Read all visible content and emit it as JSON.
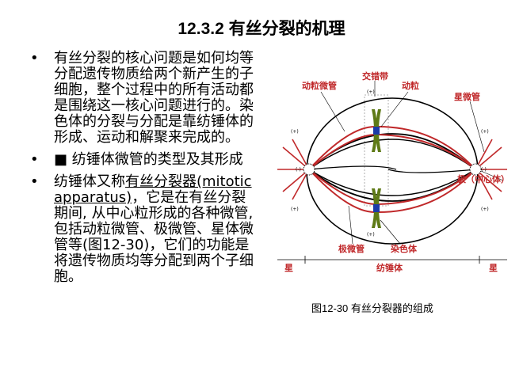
{
  "title": "12.3.2 有丝分裂的机理",
  "bullets": [
    {
      "marker": "•",
      "text": "有丝分裂的核心问题是如何均等分配遗传物质给两个新产生的子细胞，整个过程中的所有活动都是围绕这一核心问题进行的。染色体的分裂与分配是靠纺锤体的形成、运动和解聚来完成的。"
    },
    {
      "marker": "•",
      "text": "■ 纺锤体微管的类型及其形成"
    },
    {
      "marker": "•",
      "text_before": "纺锤体又称",
      "text_underlined": "有丝分裂器(mitotic apparatus)",
      "text_after": "，它是在有丝分裂期间, 从中心粒形成的各种微管, 包括动粒微管、极微管、星体微管等(图12-30)，它们的功能是将遗传物质均等分配到两个子细胞。"
    }
  ],
  "figure": {
    "labels": {
      "jiaocuodai": "交错带",
      "dongliweiguan": "动粒微管",
      "dongli": "动粒",
      "xingweiguan": "星微管",
      "ji_zhongxinti": "极（中心体）",
      "jiweiguan": "极微管",
      "ranseti": "染色体",
      "xing_left": "星",
      "fangchuiti": "纺锤体",
      "xing_right": "星"
    },
    "plus_marks": [
      "(+)",
      "(+)",
      "(+)",
      "(+)",
      "(+)",
      "(+)"
    ],
    "minus_marks": [
      "(-)",
      "(-)"
    ],
    "colors": {
      "red": "#c0282a",
      "chromosome": "#5e7a16",
      "kinetochore": "#1c3aa8"
    }
  },
  "caption": "图12-30 有丝分裂器的组成"
}
